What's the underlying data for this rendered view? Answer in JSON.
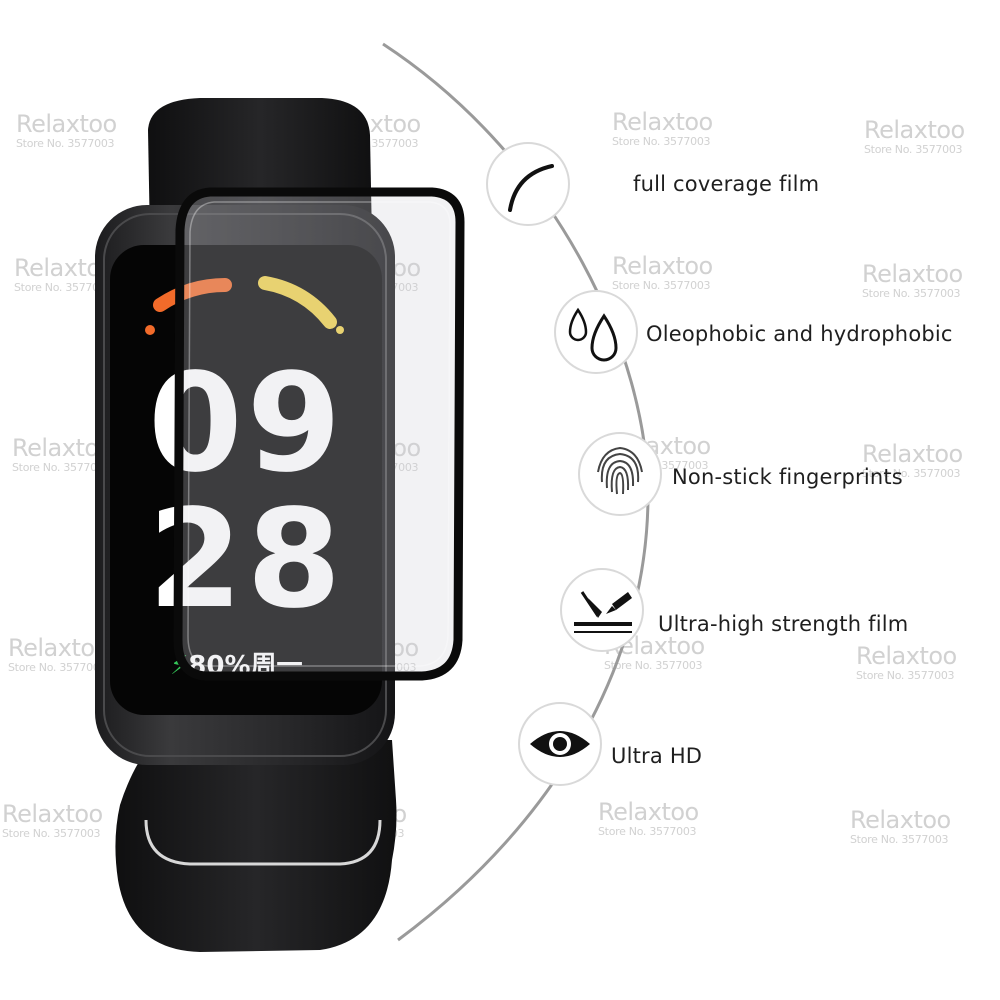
{
  "watermark": {
    "brand": "Relaxtoo",
    "store": "Store No. 3577003"
  },
  "watch": {
    "hour": "09",
    "minute": "28",
    "status_text": "80%周一",
    "charging_glyph": "⚡"
  },
  "features": [
    {
      "label": "full coverage film",
      "icon": "curve-edge-icon"
    },
    {
      "label": "Oleophobic and hydrophobic",
      "icon": "water-drops-icon"
    },
    {
      "label": "Non-stick fingerprints",
      "icon": "fingerprint-icon"
    },
    {
      "label": "Ultra-high strength film",
      "icon": "impact-resistance-icon"
    },
    {
      "label": "Ultra HD",
      "icon": "eye-icon"
    }
  ],
  "colors": {
    "band": "#1b1b1d",
    "screen": "#050505",
    "ring_orange": "#f26b2a",
    "ring_yellow": "#f2d34a",
    "film_frame": "#0a0a0a",
    "text": "#1f1f1f",
    "watermark": "#c9c9c9"
  }
}
